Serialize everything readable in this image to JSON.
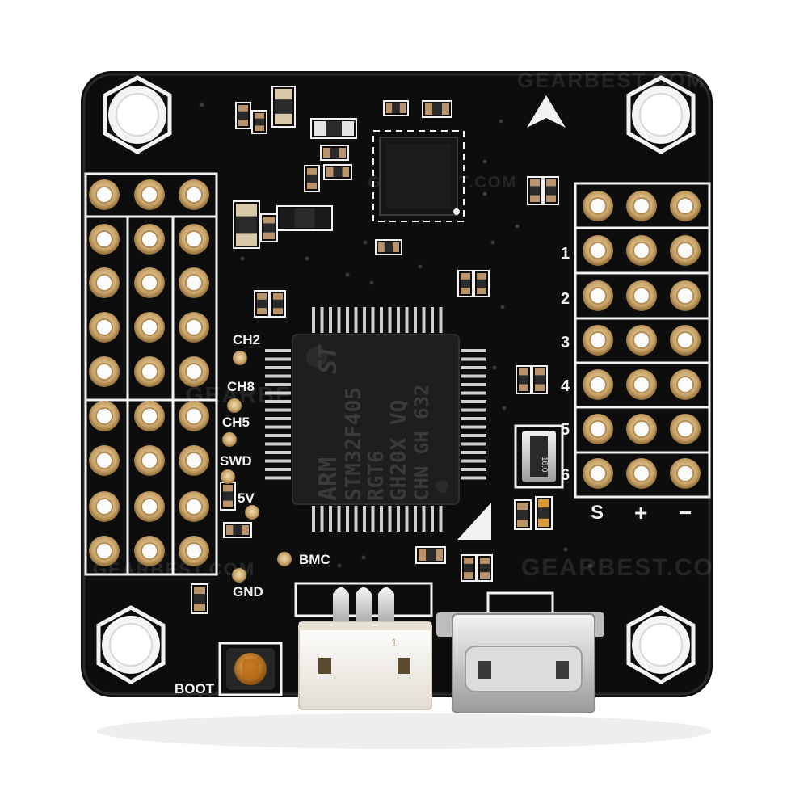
{
  "board": {
    "pad_labels_left": [
      "CH2",
      "CH8",
      "CH5",
      "SWD",
      "5V",
      "BMC",
      "GND"
    ],
    "boot_label": "BOOT",
    "row_numbers_right": [
      "1",
      "2",
      "3",
      "4",
      "5",
      "6"
    ],
    "header_labels_bottom": [
      "S",
      "+",
      "−"
    ]
  },
  "mcu": {
    "lines": [
      "ARM",
      "STM32F405",
      "RGT6",
      "GH20X VQ",
      "CHN GH 632"
    ],
    "logo": "ST"
  },
  "crystal": {
    "label": "16.0"
  },
  "connector": {
    "label": "1"
  },
  "watermarks": [
    "GEARBEST.COM",
    "GEARBEST.COM",
    "GEARBEST.COM",
    "GEARBEST.COM",
    "GEARBEST.COM"
  ],
  "colors": {
    "background": "#ffffff",
    "pcb": "#0d0d0d",
    "silkscreen": "#f2f2f2",
    "gold": "#c9a46a",
    "chip": "#1e1e1e",
    "connector": "#f1ede4",
    "usb_metal": "#c9c9c9",
    "boot_button": "#c97a1a"
  }
}
